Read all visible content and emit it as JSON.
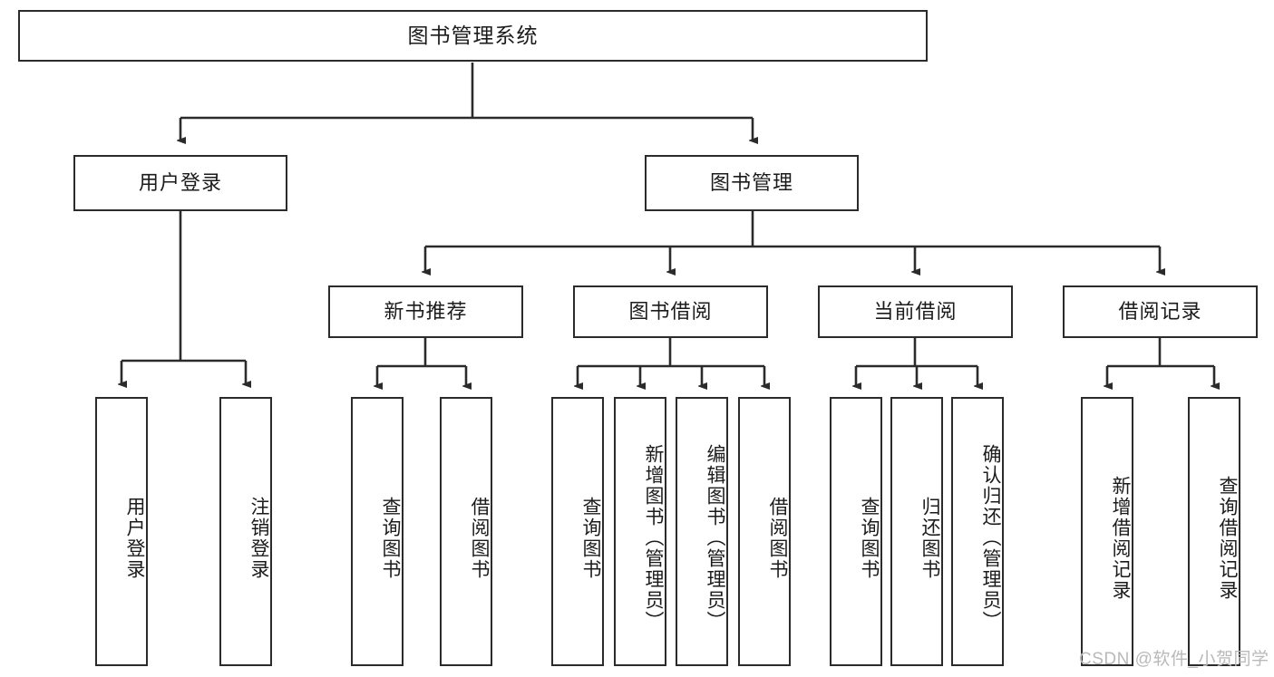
{
  "diagram": {
    "type": "tree",
    "title": "图书管理系统",
    "root": {
      "label": "图书管理系统"
    },
    "level2": [
      {
        "label": "用户登录"
      },
      {
        "label": "图书管理"
      }
    ],
    "level3": [
      {
        "label": "新书推荐"
      },
      {
        "label": "图书借阅"
      },
      {
        "label": "当前借阅"
      },
      {
        "label": "借阅记录"
      }
    ],
    "leaves": {
      "user_login": [
        {
          "label": "用户登录"
        },
        {
          "label": "注销登录"
        }
      ],
      "new_book_recommend": [
        {
          "label": "查询图书"
        },
        {
          "label": "借阅图书"
        }
      ],
      "book_borrow": [
        {
          "label": "查询图书"
        },
        {
          "label": "新增图书（管理员）"
        },
        {
          "label": "编辑图书（管理员）"
        },
        {
          "label": "借阅图书"
        }
      ],
      "current_borrow": [
        {
          "label": "查询图书"
        },
        {
          "label": "归还图书"
        },
        {
          "label": "确认归还（管理员）"
        }
      ],
      "borrow_record": [
        {
          "label": "新增借阅记录"
        },
        {
          "label": "查询借阅记录"
        }
      ]
    }
  },
  "watermark": {
    "text": "CSDN @软件_小贺同学"
  },
  "colors": {
    "stroke": "#2b2b2b",
    "box_fill": "#ffffff",
    "text": "#1b1b1b",
    "watermark": "#b9b9b9",
    "background": "#ffffff"
  }
}
